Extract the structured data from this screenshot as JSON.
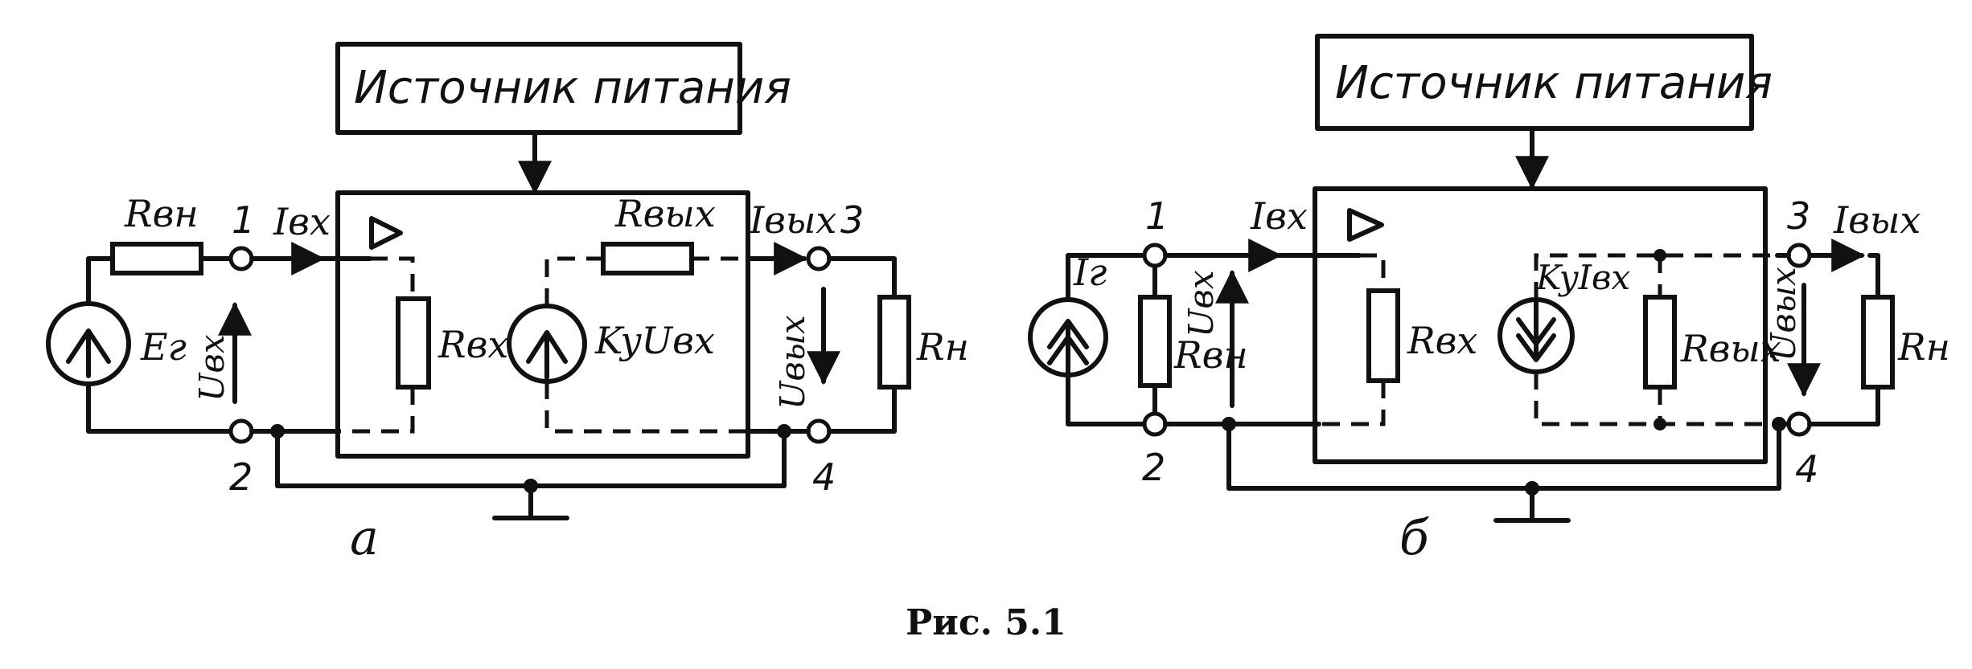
{
  "figure": {
    "caption": "Рис. 5.1",
    "panel_a": {
      "panel_label": "а",
      "supply_label": "Источник питания",
      "generator_label": "Eг",
      "r_source_label": "Rвн",
      "r_in_label": "Rвх",
      "r_out_label": "Rвых",
      "r_load_label": "Rн",
      "dep_source_label": "KyUвх",
      "i_in_label": "Iвх",
      "i_out_label": "Iвых",
      "u_in_label": "Uвх",
      "u_out_label": "Uвых",
      "node_1": "1",
      "node_2": "2",
      "node_3": "3",
      "node_4": "4"
    },
    "panel_b": {
      "panel_label": "б",
      "supply_label": "Источник питания",
      "generator_label": "Iг",
      "r_source_label": "Rвн",
      "r_in_label": "Rвх",
      "r_out_label": "Rвых",
      "r_load_label": "Rн",
      "dep_source_label": "KyIвх",
      "i_in_label": "Iвх",
      "i_out_label": "Iвых",
      "u_in_label": "Uвх",
      "u_out_label": "Uвых",
      "node_1": "1",
      "node_2": "2",
      "node_3": "3",
      "node_4": "4"
    }
  }
}
